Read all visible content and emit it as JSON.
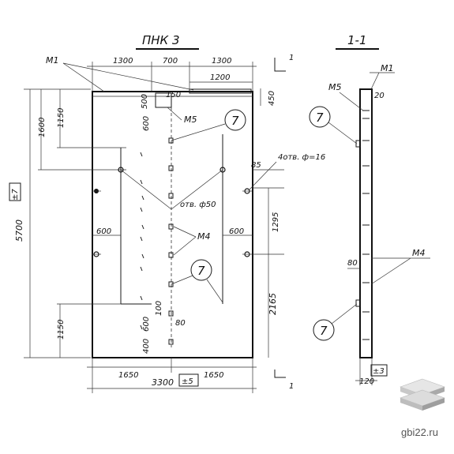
{
  "title": "ПНК 3",
  "section_label": "1-1",
  "section_mark": "1",
  "labels": {
    "m1": "М1",
    "m4": "М4",
    "m5": "М5",
    "item7": "7",
    "holes_small": "4отв. ф=16",
    "hole_big": "отв. ф50"
  },
  "dims": {
    "top_1300_left": "1300",
    "top_700": "700",
    "top_1300_right": "1300",
    "top_1200": "1200",
    "top_150": "150",
    "right_450": "450",
    "v_1600": "1600",
    "v_1150_top": "1150",
    "v_500": "500",
    "v_600": "600",
    "h_600_left": "600",
    "h_600_right": "600",
    "r_85": "85",
    "r_1295": "1295",
    "r_2165": "2165",
    "v_5700": "5700",
    "tol_7": "±7",
    "v_1150_bottom": "1150",
    "b_600": "600",
    "b_400": "400",
    "b_100": "100",
    "b_80": "80",
    "bot_1650_left": "1650",
    "bot_1650_right": "1650",
    "bot_3300": "3300",
    "tol_5": "±5",
    "sec_20": "20",
    "sec_80": "80",
    "sec_120": "120",
    "sec_tol_3": "±3"
  },
  "watermark": "gbi22.ru"
}
